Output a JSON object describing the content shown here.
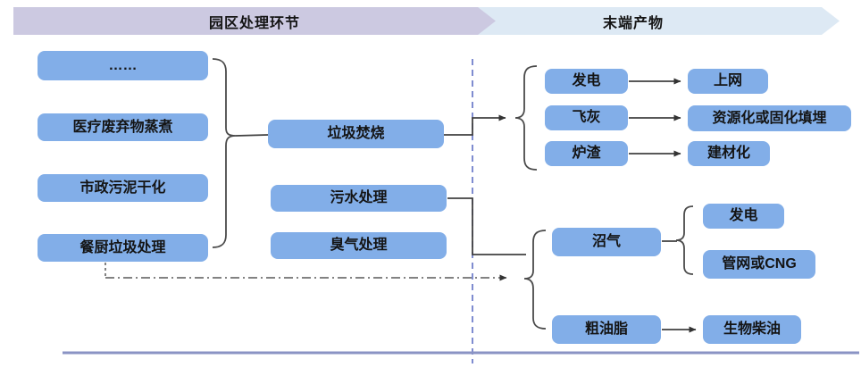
{
  "title_row": {
    "left": "园区处理环节",
    "right": "末端产物"
  },
  "flow": {
    "sources": [
      "……",
      "医疗废弃物蒸煮",
      "市政污泥干化",
      "餐厨垃圾处理"
    ],
    "treatments": [
      "垃圾焚烧",
      "污水处理",
      "臭气处理"
    ],
    "incineration_outputs": [
      {
        "product": "发电",
        "destination": "上网"
      },
      {
        "product": "飞灰",
        "destination": "资源化或固化填埋"
      },
      {
        "product": "炉渣",
        "destination": "建材化"
      }
    ],
    "anaerobic_outputs": {
      "biogas": "沼气",
      "biogas_destinations": [
        "发电",
        "管网或CNG"
      ],
      "grease": "粗油脂",
      "grease_destination": "生物柴油"
    }
  },
  "colors": {
    "node_fill": "#82aee8",
    "banner_left_fill": "#ccc9e1",
    "banner_right_fill": "#dde9f4",
    "divider_stroke": "#5f6fc4",
    "baseline_stroke": "#8a93c4",
    "connector_stroke": "#404040"
  }
}
